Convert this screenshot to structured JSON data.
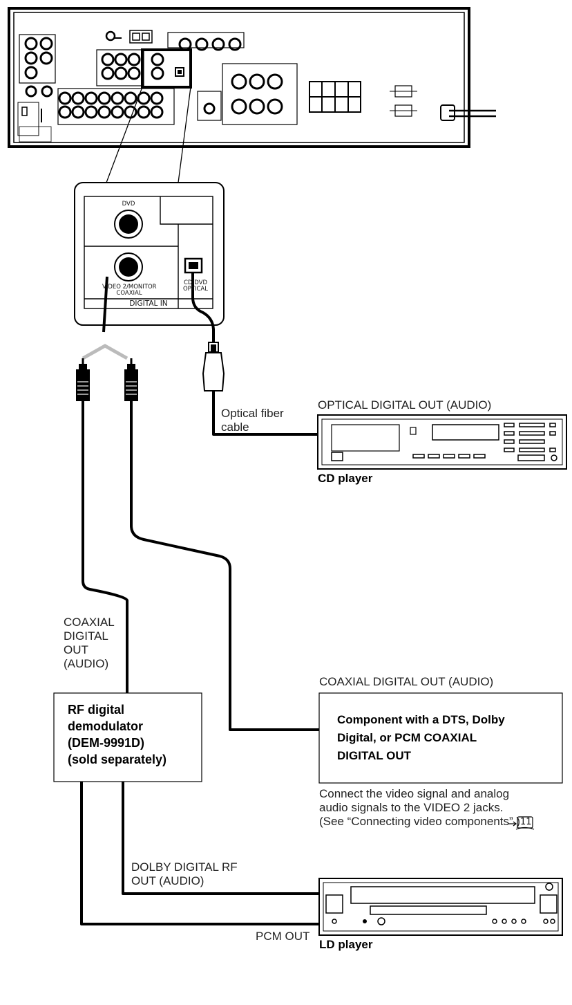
{
  "panel": {
    "dvd_label": "DVD",
    "video2_label": "VIDEO 2/MONITOR",
    "coaxial_label": "COAXIAL",
    "cddvd_label": "CD/DVD",
    "optical_label": "OPTICAL",
    "digital_in_label": "DIGITAL IN"
  },
  "cd": {
    "output_label": "OPTICAL DIGITAL OUT (AUDIO)",
    "cable_label_1": "Optical fiber",
    "cable_label_2": "cable",
    "device_label": "CD player"
  },
  "component": {
    "output_label": "COAXIAL DIGITAL OUT (AUDIO)",
    "line1": "Component with a DTS, Dolby",
    "line2": "Digital, or PCM COAXIAL",
    "line3": "DIGITAL OUT",
    "note1": "Connect the video signal and analog",
    "note2": "audio signals to the VIDEO 2 jacks.",
    "note3": "(See “Connecting video components”.)",
    "page_ref": "11"
  },
  "demodulator": {
    "coax_out_1": "COAXIAL",
    "coax_out_2": "DIGITAL",
    "coax_out_3": "OUT",
    "coax_out_4": "(AUDIO)",
    "line1": "RF digital",
    "line2": "demodulator",
    "line3": "(DEM-9991D)",
    "line4": "(sold separately)"
  },
  "ld": {
    "rf_out_1": "DOLBY DIGITAL RF",
    "rf_out_2": "OUT (AUDIO)",
    "pcm_out": "PCM OUT",
    "device_label": "LD player"
  },
  "colors": {
    "line": "#000000",
    "wedge": "#bbbbbb",
    "box": "#ffffff"
  }
}
